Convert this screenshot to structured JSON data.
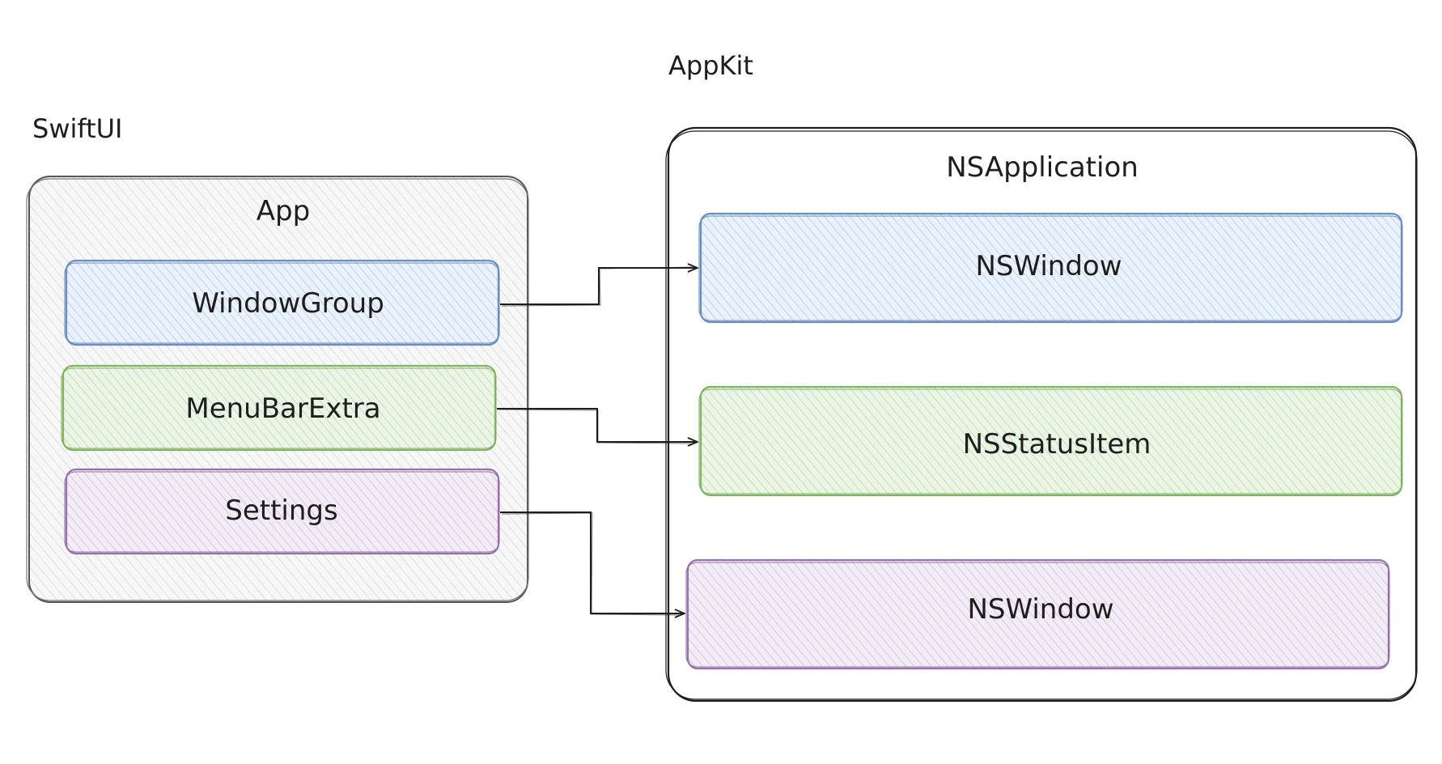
{
  "sections": {
    "swiftui": {
      "title": "SwiftUI"
    },
    "appkit": {
      "title": "AppKit"
    }
  },
  "swiftui_group": {
    "title": "App",
    "items": [
      {
        "label": "WindowGroup"
      },
      {
        "label": "MenuBarExtra"
      },
      {
        "label": "Settings"
      }
    ]
  },
  "appkit_group": {
    "title": "NSApplication",
    "items": [
      {
        "label": "NSWindow"
      },
      {
        "label": "NSStatusItem"
      },
      {
        "label": "NSWindow"
      }
    ]
  },
  "colors": {
    "blue": "#6c8ebf",
    "blue_fill": "#dae8fc",
    "green": "#82b366",
    "green_fill": "#d5e8d4",
    "purple": "#9673a6",
    "purple_fill": "#e1d5e7",
    "gray_fill": "#f0f0f0",
    "stroke": "#1e1e1e"
  }
}
